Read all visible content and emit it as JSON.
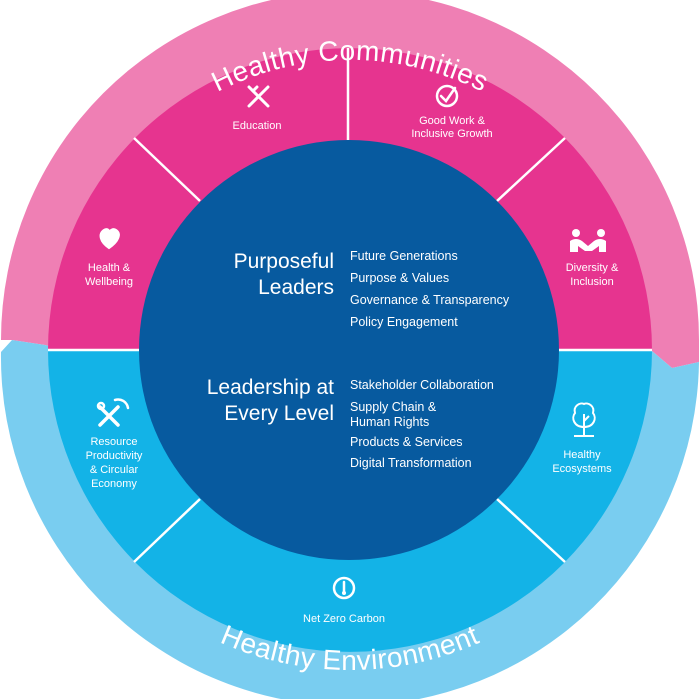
{
  "outer_ring": {
    "top_title": "Healthy Communities",
    "bottom_title": "Healthy Environment",
    "colors": {
      "top": "#ef7fb4",
      "bottom": "#79cdf0"
    }
  },
  "segments": {
    "colors": {
      "pink": "#e6348f",
      "blue": "#13b3e7"
    },
    "education": {
      "label": "Education",
      "icon": "pencil-ruler-icon"
    },
    "good_work": {
      "label_1": "Good Work &",
      "label_2": "Inclusive Growth",
      "icon": "check-circle-icon"
    },
    "health": {
      "label_1": "Health &",
      "label_2": "Wellbeing",
      "icon": "heart-icon"
    },
    "diversity": {
      "label_1": "Diversity &",
      "label_2": "Inclusion",
      "icon": "handshake-people-icon"
    },
    "resource": {
      "label_1": "Resource",
      "label_2": "Productivity",
      "label_3": "& Circular",
      "label_4": "Economy",
      "icon": "tools-icon"
    },
    "ecosystems": {
      "label_1": "Healthy",
      "label_2": "Ecosystems",
      "icon": "tree-icon"
    },
    "net_zero": {
      "label": "Net Zero Carbon",
      "icon": "thermometer-icon"
    }
  },
  "core": {
    "color": "#075a9f",
    "purposeful": {
      "heading_1": "Purposeful",
      "heading_2": "Leaders",
      "items": [
        "Future Generations",
        "Purpose & Values",
        "Governance & Transparency",
        "Policy Engagement"
      ]
    },
    "leadership": {
      "heading_1": "Leadership at",
      "heading_2": "Every Level",
      "items": [
        "Stakeholder Collaboration",
        "Supply Chain &",
        "Human Rights",
        "Products & Services",
        "Digital Transformation"
      ]
    }
  }
}
